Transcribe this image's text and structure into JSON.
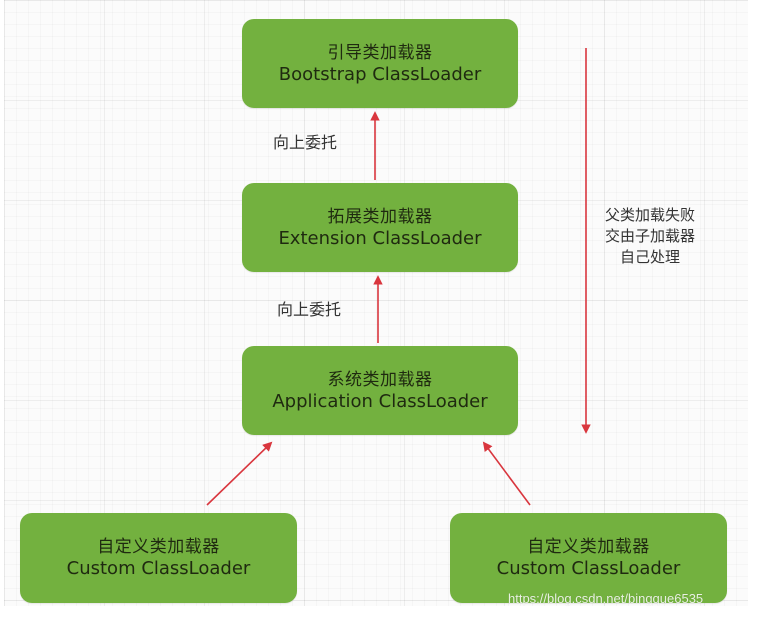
{
  "diagram": {
    "nodes": [
      {
        "id": "bootstrap",
        "cn": "引导类加载器",
        "en": "Bootstrap ClassLoader"
      },
      {
        "id": "extension",
        "cn": "拓展类加载器",
        "en": "Extension ClassLoader"
      },
      {
        "id": "application",
        "cn": "系统类加载器",
        "en": "Application ClassLoader"
      },
      {
        "id": "custom-left",
        "cn": "自定义类加载器",
        "en": "Custom ClassLoader"
      },
      {
        "id": "custom-right",
        "cn": "自定义类加载器",
        "en": "Custom ClassLoader"
      }
    ],
    "edges": [
      {
        "from": "extension",
        "to": "bootstrap",
        "label": "向上委托"
      },
      {
        "from": "application",
        "to": "extension",
        "label": "向上委托"
      },
      {
        "from": "custom-left",
        "to": "application",
        "label": ""
      },
      {
        "from": "custom-right",
        "to": "application",
        "label": ""
      }
    ],
    "side_note": {
      "lines": [
        "父类加载失败",
        "交由子加载器",
        "自己处理"
      ],
      "direction": "top-to-bottom"
    },
    "colors": {
      "node_fill": "#73b13f",
      "node_text": "#1f2a10",
      "arrow": "#d9363e",
      "label_text": "#333333"
    }
  },
  "watermark": "https://blog.csdn.net/bingque6535"
}
